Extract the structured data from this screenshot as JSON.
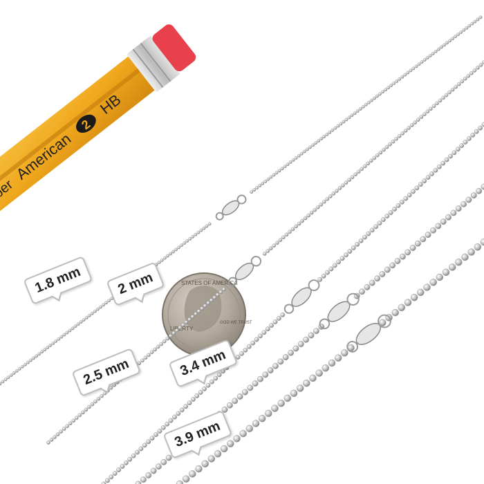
{
  "pencil": {
    "brand_text": "ber",
    "model_text": "American",
    "number": "2",
    "grade": "HB"
  },
  "coin": {
    "text_top": "STATES OF AMERICA",
    "text_left": "LIBERTY",
    "text_right": "GOD WE TRUST"
  },
  "labels": [
    {
      "text": "1.8 mm"
    },
    {
      "text": "2 mm"
    },
    {
      "text": "2.5 mm"
    },
    {
      "text": "3.4 mm"
    },
    {
      "text": "3.9 mm"
    }
  ],
  "colors": {
    "pencil_body": "#f0a81e",
    "pencil_stripe": "#c27a0c",
    "eraser": "#e8414b",
    "ferrule": "#c9c9c9",
    "coin": "#b4aba0",
    "chain": "#a9a9a9"
  }
}
